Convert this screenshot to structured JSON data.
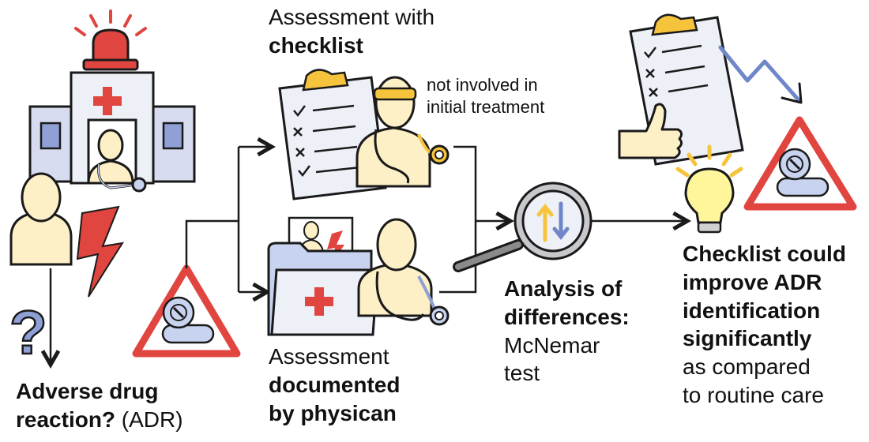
{
  "labels": {
    "adr_question_bold": "Adverse drug",
    "adr_question_bold2": "reaction?",
    "adr_abbrev": " (ADR)",
    "checklist_line1": "Assessment with",
    "checklist_line2": "checklist",
    "not_involved_line1": "not involved in",
    "not_involved_line2": "initial treatment",
    "physician_line1": "Assessment",
    "physician_line2": "documented",
    "physician_line3": "by physican",
    "analysis_line1": "Analysis of",
    "analysis_line2": "differences:",
    "analysis_line3": "McNemar",
    "analysis_line4": "test",
    "result_line1": "Checklist could",
    "result_line2": "improve ADR",
    "result_line3": "identification",
    "result_line4": "significantly",
    "result_line5": "as compared",
    "result_line6": "to routine care"
  },
  "icons": [
    "hospital-icon",
    "siren-icon",
    "doctor-icon",
    "patient-icon",
    "lightning-icon",
    "question-mark-icon",
    "warning-pill-icon",
    "clipboard-checklist-icon",
    "medical-folder-icon",
    "magnifier-icon",
    "thumbs-up-icon",
    "lightbulb-icon"
  ],
  "colors": {
    "skin": "#fdefc6",
    "red": "#e04540",
    "blue_light": "#c8d4ef",
    "blue": "#6f87c8",
    "yellow": "#f6c43c",
    "bulb": "#fff59a",
    "outline": "#1a1a1a"
  }
}
